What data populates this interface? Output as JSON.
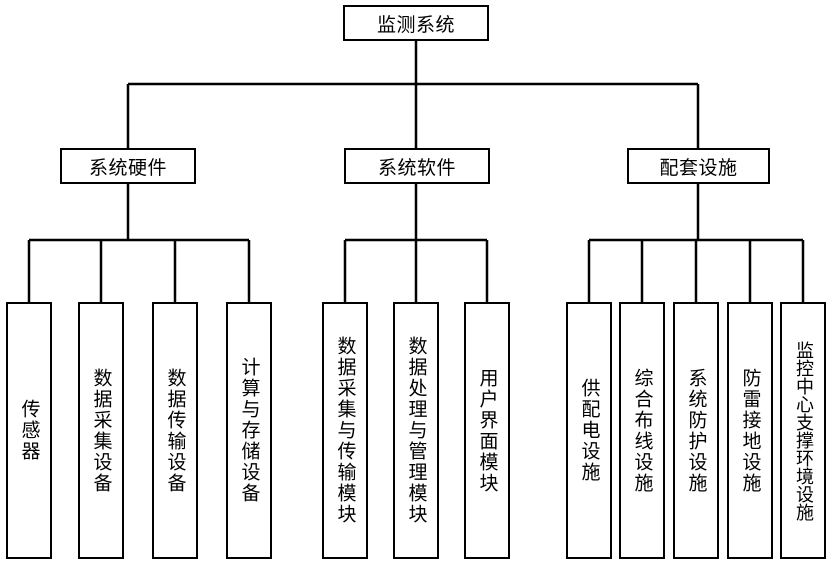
{
  "root": {
    "label": "监测系统"
  },
  "groups": [
    {
      "label": "系统硬件",
      "children": [
        "传感器",
        "数据采集设备",
        "数据传输设备",
        "计算与存储设备"
      ]
    },
    {
      "label": "系统软件",
      "children": [
        "数据采集与传输模块",
        "数据处理与管理模块",
        "用户界面模块"
      ]
    },
    {
      "label": "配套设施",
      "children": [
        "供配电设施",
        "综合布线设施",
        "系统防护设施",
        "防雷接地设施",
        "监控中心支撑环境设施"
      ]
    }
  ]
}
